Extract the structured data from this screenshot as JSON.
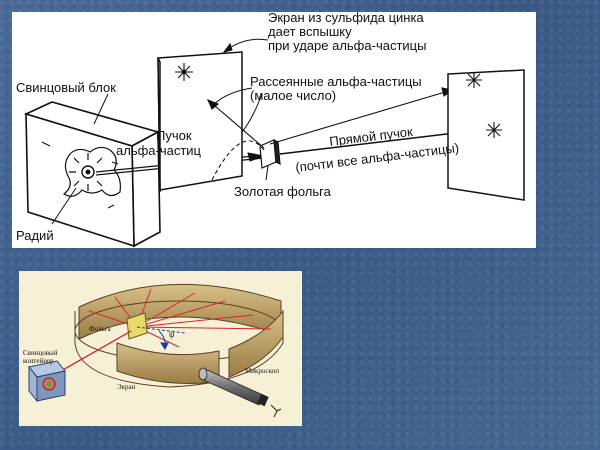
{
  "top_diagram": {
    "labels": {
      "screen_line1": "Экран из сульфида цинка",
      "screen_line2": "дает вспышку",
      "screen_line3": "при ударе альфа-частицы",
      "lead_block": "Свинцовый блок",
      "scattered_line1": "Рассеянные альфа-частицы",
      "scattered_line2": "(малое число)",
      "beam_line1": "Пучок",
      "beam_line2": "альфа-частиц",
      "direct_line1": "Прямой пучок",
      "direct_line2": "(почти все альфа-частицы)",
      "gold_foil": "Золотая фольга",
      "radium": "Радий"
    }
  },
  "bottom_diagram": {
    "labels": {
      "foil": "Фольга",
      "container_line1": "Свинцовый",
      "container_line2": "контейнер",
      "screen": "Экран",
      "microscope": "Микроскоп",
      "angle": "ψ"
    }
  }
}
